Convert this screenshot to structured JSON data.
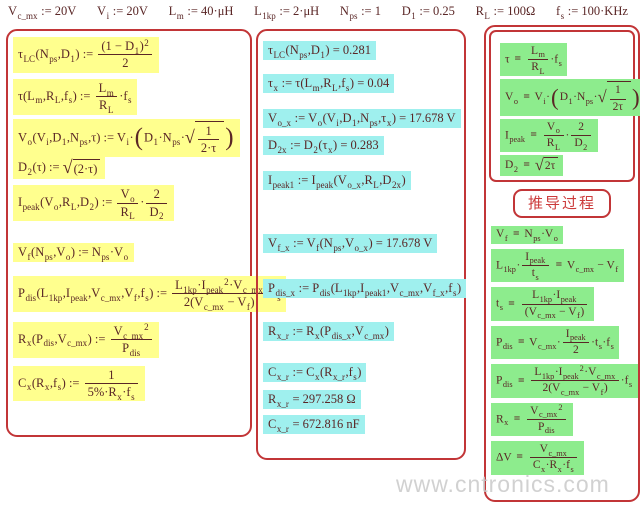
{
  "colors": {
    "ink": "#5a2626",
    "red": "#c23537",
    "yellow": "#ffff8e",
    "cyan": "#9ff0ee",
    "green": "#8dec8d",
    "label_red": "#cc3b3b",
    "watermark": "#c9c9c9"
  },
  "params": [
    "V{s:c_mx} := 20V",
    "V{s:i} := 20V",
    "L{s:m} := 40·μH",
    "L{s:1kp} := 2·μH",
    "N{s:ps} := 1",
    "D{s:1} := 0.25",
    "R{s:L} := 100Ω",
    "f{s:s} := 100·KHz"
  ],
  "left_box": {
    "highlight": "#ffff8e",
    "formulas": [
      "τ{s:LC}(N{s:ps},D{s:1}) := {f:(1 − D{s:1}){p:2}|2}",
      "τ(L{s:m},R{s:L},f{s:s}) := {f:L{s:m}|R{s:L}}·f{s:s}",
      "V{s:o}(V{s:i},D{s:1},N{s:ps},τ) := V{s:i}·{b:D{s:1}·N{s:ps}·{r:{f:1|2·τ}}}",
      "D{s:2}(τ) := {r:(2·τ)}",
      "I{s:peak}(V{s:o},R{s:L},D{s:2}) := {f:V{s:o}|R{s:L}}·{f:2|D{s:2}}",
      "V{s:f}(N{s:ps},V{s:o}) := N{s:ps}·V{s:o}",
      "P{s:dis}(L{s:1kp},I{s:peak},V{s:c_mx},V{s:f},f{s:s}) := {f:L{s:1kp}·I{s:peak}{p:2}·V{s:c_mx}|2(V{s:c_mx} − V{s:f})}·f{s:s}",
      "R{s:x}(P{s:dis},V{s:c_mx}) := {f:V{s:c_mx}{p:2}|P{s:dis}}",
      "C{s:x}(R{s:x},f{s:s}) := {f:1|5%·R{s:x}·f{s:s}}"
    ]
  },
  "middle_box": {
    "highlight": "#9ff0ee",
    "formulas": [
      "τ{s:LC}(N{s:ps},D{s:1}) = 0.281",
      "τ{s:x} := τ(L{s:m},R{s:L},f{s:s}) = 0.04",
      "V{s:o_x} := V{s:o}(V{s:i},D{s:1},N{s:ps},τ{s:x}) = 17.678 V",
      "D{s:2x} := D{s:2}(τ{s:x}) = 0.283",
      "I{s:peak1} := I{s:peak}(V{s:o_x},R{s:L},D{s:2x})",
      "V{s:f_x} := V{s:f}(N{s:ps},V{s:o_x}) = 17.678 V",
      "P{s:dis_x} := P{s:dis}(L{s:1kp},I{s:peak1},V{s:c_mx},V{s:f_x},f{s:s})",
      "R{s:x_r} := R{s:x}(P{s:dis_x},V{s:c_mx})",
      "C{s:x_r} := C{s:x}(R{s:x_r},f{s:s})",
      "R{s:x_r} = 297.258 Ω",
      "C{s:x_r} = 672.816 nF"
    ]
  },
  "right_box": {
    "highlight": "#8dec8d",
    "label": "推导过程",
    "top_formulas": [
      "τ {g} {f:L{s:m}|R{s:L}}·f{s:s}",
      "V{s:o} {g} V{s:i}·{b:D{s:1}·N{s:ps}·{r:{f:1|2τ}}}",
      "I{s:peak} {g} {f:V{s:o}|R{s:L}}·{f:2|D{s:2}}",
      "D{s:2} {g} {r:2τ}"
    ],
    "bottom_formulas": [
      "V{s:f} {g} N{s:ps}·V{s:o}",
      "L{s:1kp}·{f:I{s:peak}|t{s:s}} {g} V{s:c_mx} − V{s:f}",
      "t{s:s} {g} {f:L{s:1kp}·I{s:peak}|(V{s:c_mx} − V{s:f})}",
      "P{s:dis} {g} V{s:c_mx}·{f:I{s:peak}|2}·t{s:s}·f{s:s}",
      "P{s:dis} {g} {f:L{s:1kp}·I{s:peak}{p:2}·V{s:c_mx}|2(V{s:c_mx} − V{s:f})}·f{s:s}",
      "R{s:x} {g} {f:V{s:c_mx}{p:2}|P{s:dis}}",
      "ΔV {g} {f:V{s:c_mx}|C{s:x}·R{s:x}·f{s:s}}"
    ]
  },
  "watermark": "www.cntronics.com"
}
